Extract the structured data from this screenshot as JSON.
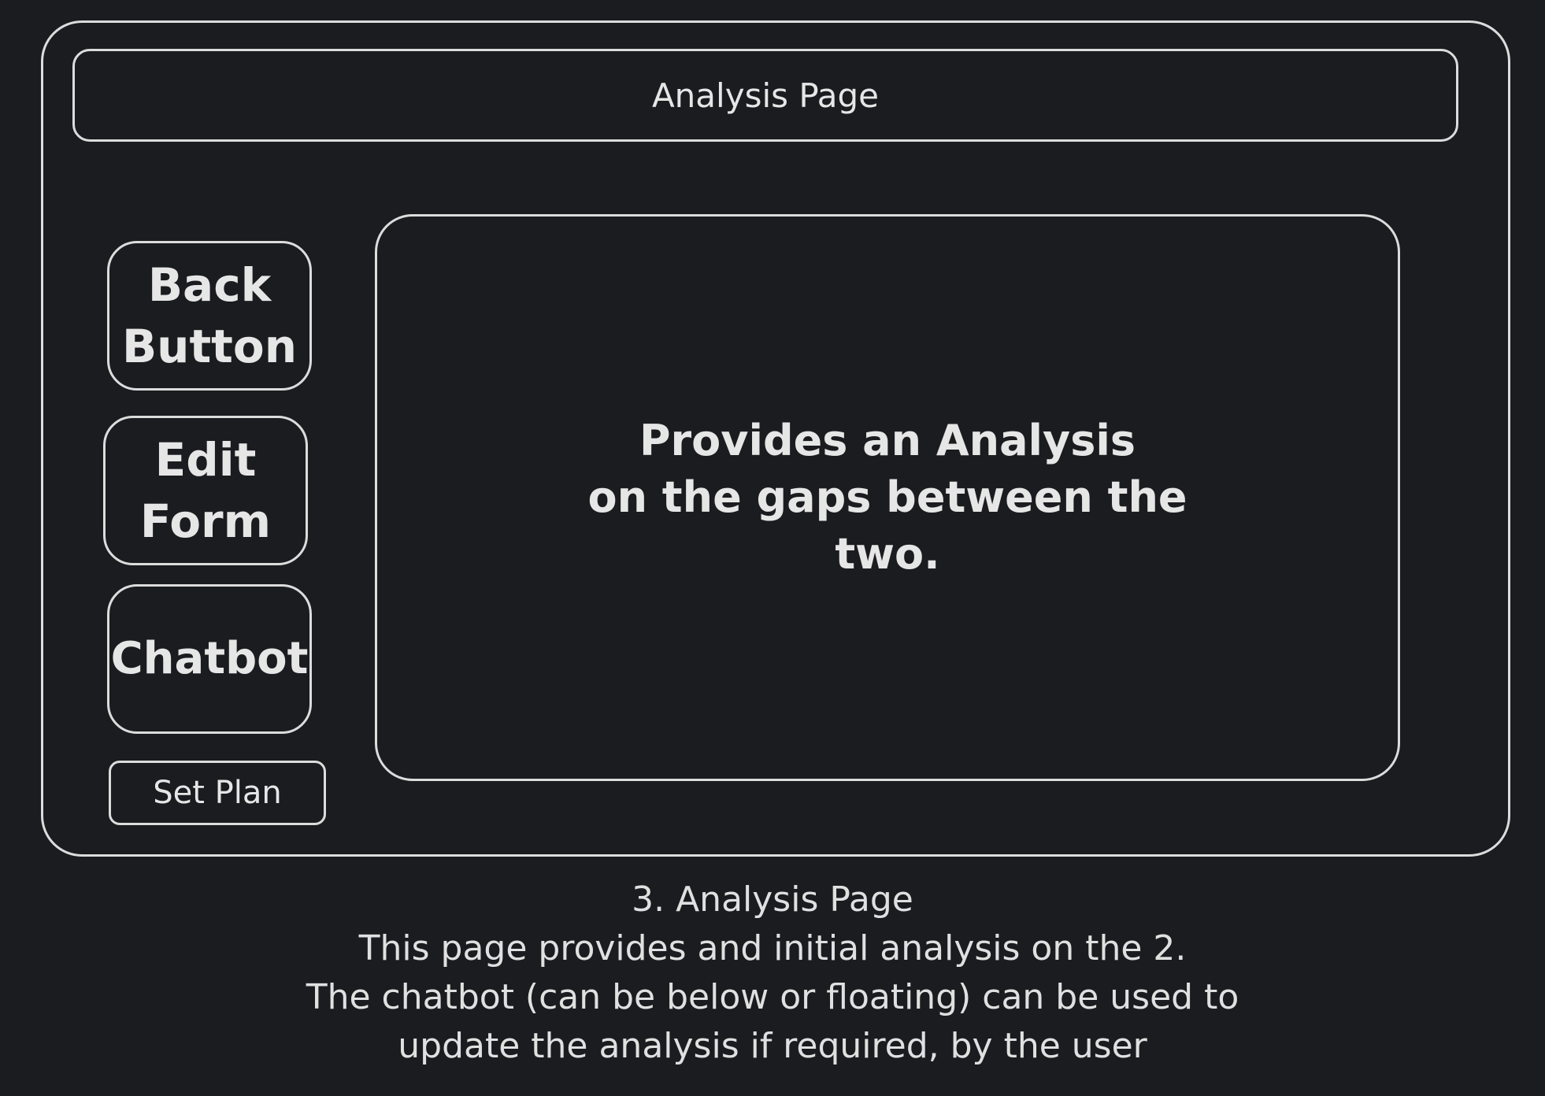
{
  "wireframe": {
    "header_title": "Analysis Page",
    "sidebar": {
      "back_button": [
        "Back",
        "Button"
      ],
      "edit_form_button": [
        "Edit",
        "Form"
      ],
      "chatbot_button": "Chatbot",
      "set_plan_button": "Set Plan"
    },
    "content_panel": {
      "lines": [
        "Provides an Analysis",
        "on the gaps between the",
        "two."
      ]
    }
  },
  "caption": {
    "lines": [
      "3. Analysis Page",
      "This page provides and initial analysis on the 2.",
      "The chatbot (can be below or floating) can be used to",
      "update the analysis if required, by the user"
    ]
  }
}
